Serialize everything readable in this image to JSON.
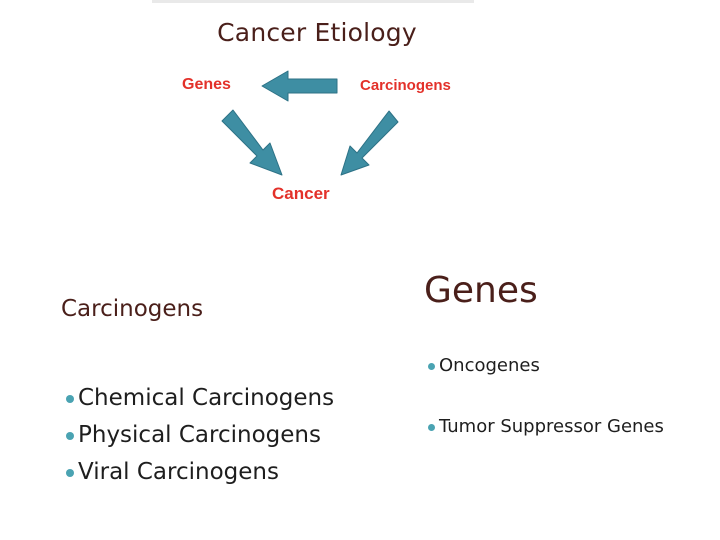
{
  "diagram": {
    "title": "Cancer Etiology",
    "nodes": {
      "genes": "Genes",
      "carcinogens": "Carcinogens",
      "cancer": "Cancer"
    },
    "edges": [
      {
        "from": "Carcinogens",
        "to": "Genes"
      },
      {
        "from": "Genes",
        "to": "Cancer"
      },
      {
        "from": "Carcinogens",
        "to": "Cancer"
      }
    ],
    "colors": {
      "arrow": "#3e8ea3",
      "arrow_outline": "#2d7286",
      "node_text": "#e3312a",
      "heading": "#4a1f1a",
      "bullet": "#4aa3b2"
    }
  },
  "left_section": {
    "heading": "Carcinogens",
    "items": [
      "Chemical Carcinogens",
      "Physical Carcinogens",
      "Viral Carcinogens"
    ]
  },
  "right_section": {
    "heading": "Genes",
    "items": [
      "Oncogenes",
      "Tumor Suppressor Genes"
    ]
  }
}
